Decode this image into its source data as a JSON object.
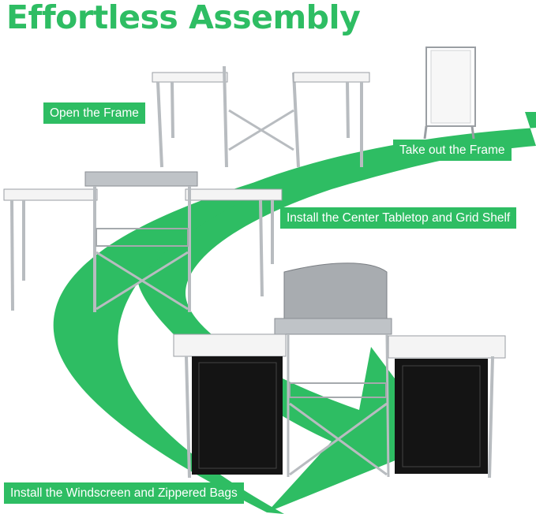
{
  "title": "Effortless Assembly",
  "steps": [
    {
      "label": "Open the Frame"
    },
    {
      "label": "Take out the Frame"
    },
    {
      "label": "Install the Center Tabletop and Grid Shelf"
    },
    {
      "label": "Install the Windscreen and Zippered Bags"
    }
  ],
  "colors": {
    "accent": "#2ebd63",
    "frame": "#b8bcc0",
    "tabletop": "#f4f4f4",
    "bag": "#141414"
  }
}
